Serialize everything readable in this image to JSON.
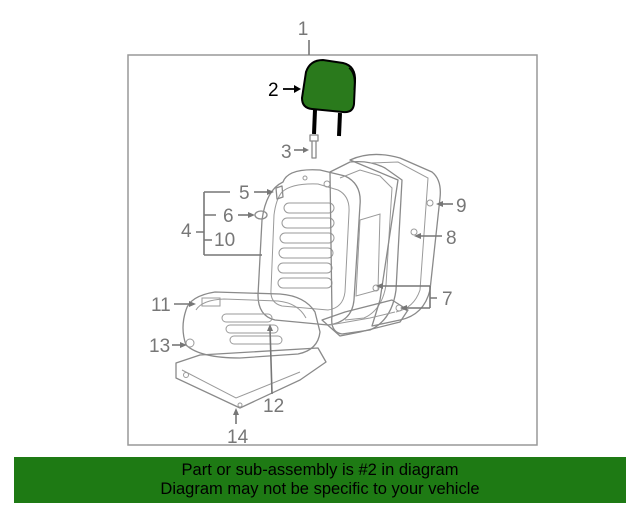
{
  "diagram": {
    "callouts": {
      "c1": "1",
      "c2": "2",
      "c3": "3",
      "c4": "4",
      "c5": "5",
      "c6": "6",
      "c7": "7",
      "c8": "8",
      "c9": "9",
      "c10": "10",
      "c11": "11",
      "c12": "12",
      "c13": "13",
      "c14": "14"
    },
    "highlighted_part": "2",
    "colors": {
      "highlight": "#1e7a14",
      "frame": "#999999",
      "linework": "#8a8a8a"
    }
  },
  "banner": {
    "line1": "Part or sub-assembly is #2 in diagram",
    "line2": "Diagram may not be specific to your vehicle"
  }
}
